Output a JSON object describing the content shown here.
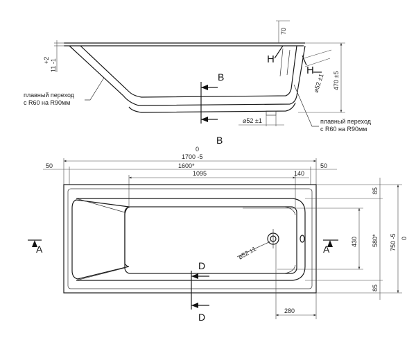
{
  "side_view": {
    "dim_70": "70",
    "dim_top_tol": "+2",
    "dim_side_val": "11 -1",
    "dim_470": "470 ±5",
    "dim_drain_top": "⌀52 ±1",
    "dim_drain_bottom": "⌀52 ±1",
    "label_H_left": "H",
    "label_H_right": "H",
    "note_left_line1": "плавный переход",
    "note_left_line2": "с R60 на R90мм",
    "note_right_line1": "плавный переход",
    "note_right_line2": "с R60 на R90мм",
    "section_B_top": "B",
    "section_B_bottom": "B"
  },
  "plan_view": {
    "length_tol_top": "0",
    "length_main": "1700 -5",
    "dim_50_left": "50",
    "dim_50_right": "50",
    "dim_1600": "1600*",
    "dim_1095": "1095",
    "dim_140": "140",
    "dim_85_top": "85",
    "dim_85_bottom": "85",
    "dim_430": "430",
    "dim_580": "580*",
    "width_tol_top": "0",
    "width_main": "750 -5",
    "dim_280": "280",
    "dim_drain_plan": "⌀52 ±1",
    "section_A_left": "A",
    "section_A_right": "A",
    "section_D_top": "D",
    "section_D_bottom": "D"
  }
}
